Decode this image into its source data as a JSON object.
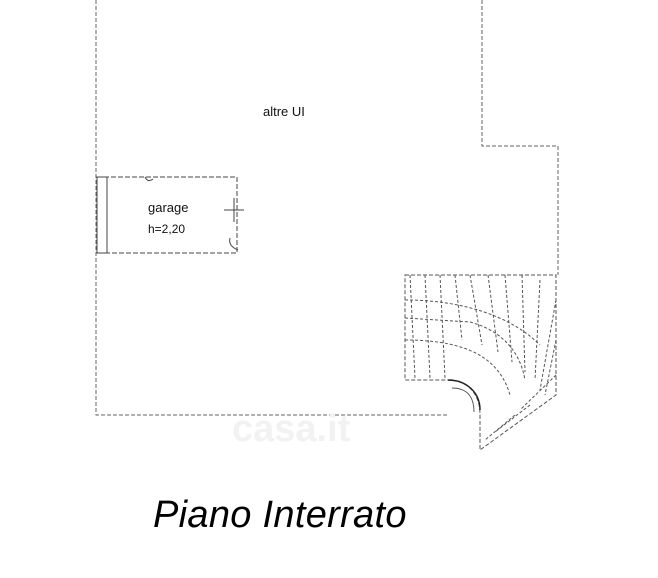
{
  "labels": {
    "area": "altre UI",
    "room": "garage",
    "height": "h=2,20",
    "title": "Piano Interrato"
  },
  "watermark": "casa.it",
  "colors": {
    "lines": "#555555",
    "text": "#111111",
    "watermark": "#eeeeee"
  }
}
